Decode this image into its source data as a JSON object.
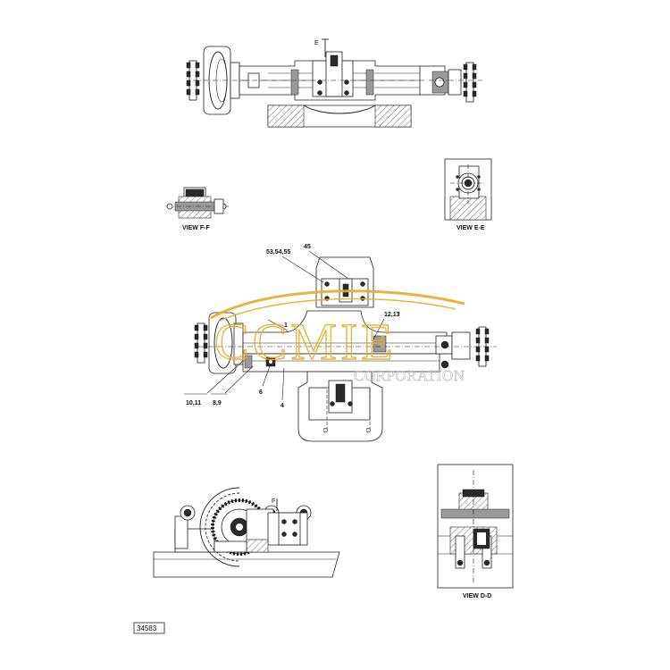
{
  "drawing": {
    "view_ff_label": "VIEW F-F",
    "view_ee_label": "VIEW E-E",
    "view_dd_label": "VIEW D-D",
    "section_mark_e": "E",
    "section_mark_f": "F",
    "section_mark_d": "D",
    "callouts": {
      "c53": "53,54,55",
      "c45": "45",
      "c1": "1",
      "c1213": "12,13",
      "c1011": "10,11",
      "c89": "8,9",
      "c6": "6",
      "c4": "4"
    },
    "drawing_number": "34583"
  },
  "watermark": {
    "brand": "CCMIE",
    "tagline": "CORPORATION",
    "color": "#e3ad2b"
  }
}
